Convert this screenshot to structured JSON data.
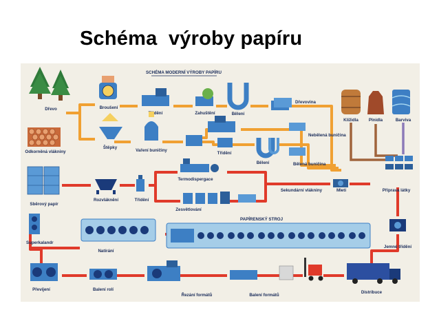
{
  "title": "Schéma  výroby papíru",
  "scheme": {
    "heading": "SCHÉMA MODERNÍ VÝROBY PAPÍRU",
    "labels": {
      "drevo": "Dřevo",
      "odkorneno": "Odkorněná vlákniny",
      "sberovy": "Sběrový papír",
      "brouseni": "Broušení",
      "trideni1": "Třídění",
      "zahusteni": "Zahuštění",
      "beleni1": "Bělení",
      "drevovina": "Dřevovina",
      "stepky": "Štěpky",
      "vareni": "Vaření buničiny",
      "trideni2": "Třídění",
      "beleni2": "Bělení",
      "nebelena": "Nebělená buničina",
      "belena": "Bělená buničina",
      "klizidla": "Klížidla",
      "plnidla": "Plnidla",
      "barviva": "Barviva",
      "rozvlakneni": "Rozvláknění",
      "trideni3": "Třídění",
      "termodispergace": "Termodispergace",
      "zesvetlovani": "Zesvětlování",
      "sekundarni": "Sekundární vlákniny",
      "mleti": "Mletí",
      "priprava": "Příprava látky",
      "papirensky": "PAPÍRENSKÝ STROJ",
      "superkalandr": "Superkalandr",
      "natirani": "Natírání",
      "jemne": "Jemné třídění",
      "previjeni": "Převíjení",
      "baleni_roli": "Balení rolí",
      "rezani": "Řezání formátů",
      "baleni_formatu": "Balení formátů",
      "distribuce": "Distribuce"
    }
  },
  "colors": {
    "background": "#f2efe6",
    "orange_flow": "#f0a032",
    "red_flow": "#e03a2a",
    "brown_flow": "#a0643c",
    "machine_blue": "#3d7fc4",
    "label": "#1a2c5a"
  }
}
